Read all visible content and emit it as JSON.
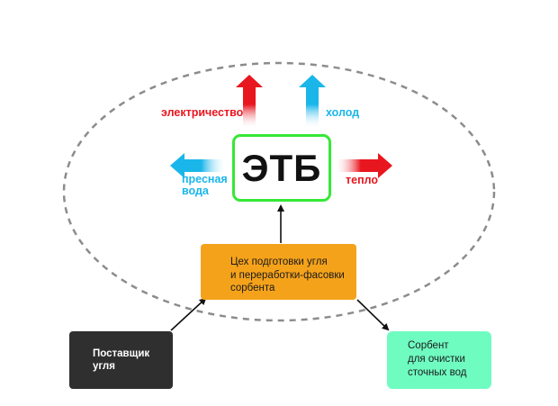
{
  "center": {
    "label": "ЭТБ"
  },
  "outputs": {
    "electricity": "электричество",
    "cold": "холод",
    "heat": "тепло",
    "water_line1": "пресная",
    "water_line2": "вода"
  },
  "workshop": {
    "line1": "Цех подготовки угля",
    "line2": "и переработки-фасовки",
    "line3": "сорбента"
  },
  "supplier": {
    "line1": "Поставщик",
    "line2": "угля"
  },
  "sorbent": {
    "line1": "Сорбент",
    "line2": "для очистки",
    "line3": "сточных вод"
  },
  "colors": {
    "red": "#e8161f",
    "blue": "#1ab6ea",
    "green_border": "#35e835",
    "orange": "#f5a21b",
    "dark": "#2f2f2f",
    "mint": "#6ffcc1",
    "dash": "#8c8c8c"
  }
}
